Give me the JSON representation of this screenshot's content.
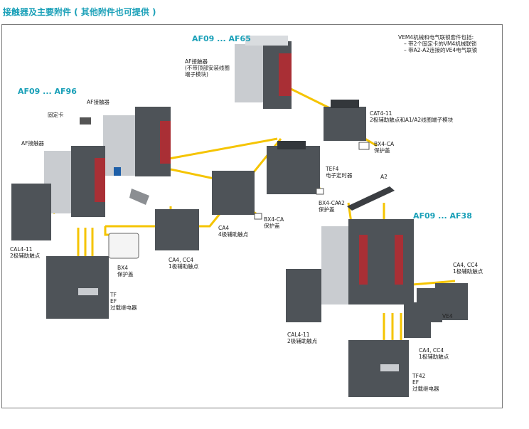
{
  "title": "接触器及主要附件 ( 其他附件也可提供 )",
  "colors": {
    "accent": "#1aa0b8",
    "link": "#f5c400",
    "body": "#4e5358",
    "dark": "#33373b",
    "red": "#c0272d",
    "grey": "#c9ccd0"
  },
  "groups": {
    "g1": "AF09 ... AF65",
    "g2": "AF09 ... AF96",
    "g3": "AF09 ... AF38"
  },
  "note": {
    "l1": "VEM4机械和电气联锁套件包括:",
    "l2": "– 带2个固定卡的VM4机械联锁",
    "l3": "– 带A2-A2连接的VE4电气联锁"
  },
  "labels": {
    "af_top_1": "AF接触器",
    "af_top_2": "(不带顶部安装线圈",
    "af_top_3": "端子模块)",
    "fix": "固定卡",
    "af_mid": "AF接触器",
    "af_left": "AF接触器",
    "cat4_1": "CAT4-11",
    "cat4_2": "2极辅助触点和A1/A2线圈端子模块",
    "bx4ca_1": "BX4-CA",
    "bx4ca_2": "保护盖",
    "tef4_1": "TEF4",
    "tef4_2": "电子定时器",
    "bx4ca_b1": "BX4-CA",
    "bx4ca_b2": "保护盖",
    "a2_top": "A2",
    "a2_left": "A2",
    "cal_1": "CAL4-11",
    "cal_2": "2极辅助触点",
    "ca4_1": "CA4",
    "ca4_2": "4极辅助触点",
    "bx4_1": "BX4",
    "bx4_2": "保护盖",
    "cacc_1": "CA4, CC4",
    "cacc_2": "1极辅助触点",
    "tf_1": "TF",
    "tf_2": "EF",
    "tf_3": "过载继电器",
    "cacc_r1": "CA4, CC4",
    "cacc_r2": "1极辅助触点",
    "ve4": "VE4",
    "cal_r1": "CAL4-11",
    "cal_r2": "2极辅助触点",
    "cacc_b1": "CA4, CC4",
    "cacc_b2": "1极辅助触点",
    "tf42_1": "TF42",
    "tf42_2": "EF",
    "tf42_3": "过载继电器"
  }
}
